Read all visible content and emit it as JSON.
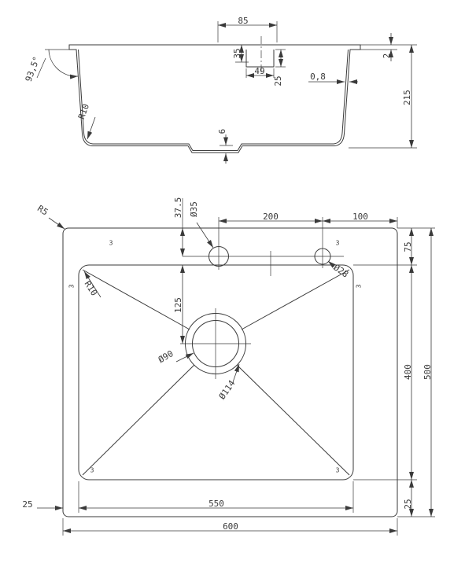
{
  "colors": {
    "background": "#ffffff",
    "line": "#3a3a3a"
  },
  "section_view": {
    "dim_85": "85",
    "dim_35": "35",
    "dim_49": "49",
    "dim_25": "25",
    "dim_0_8": "0,8",
    "dim_2": "2",
    "dim_215": "215",
    "dim_angle": "93,5°",
    "dim_r10": "R10",
    "dim_6": "6"
  },
  "plan_view": {
    "dim_37_5": "37.5",
    "dim_d35": "Ø35",
    "dim_200": "200",
    "dim_100": "100",
    "dim_75": "75",
    "dim_d28": "Ø28",
    "dim_125": "125",
    "dim_r10": "R10",
    "dim_r5": "R5",
    "dim_d90": "Ø90",
    "dim_d114": "Ø114",
    "dim_400": "400",
    "dim_500": "500",
    "dim_550": "550",
    "dim_600": "600",
    "dim_25_left": "25",
    "dim_25_bottom": "25",
    "edge_mark": "3"
  }
}
